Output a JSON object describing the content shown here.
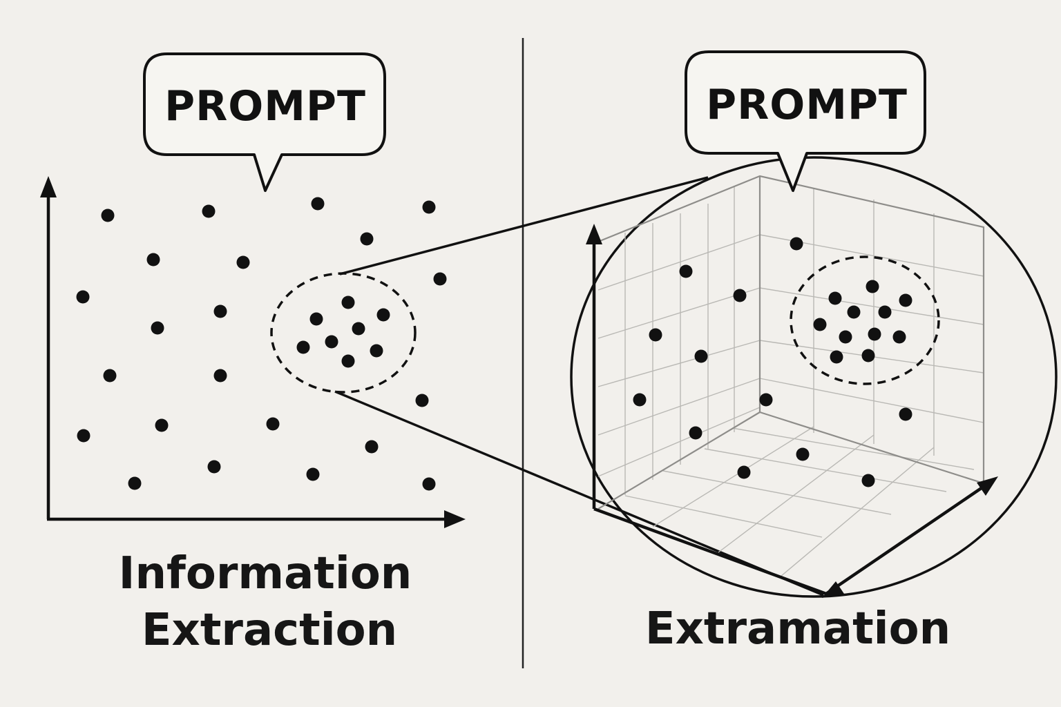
{
  "left_panel": {
    "prompt_label": "PROMPT",
    "caption_line1": "Information",
    "caption_line2": "Extraction"
  },
  "right_panel": {
    "prompt_label": "PROMPT",
    "caption": "Extramation"
  },
  "colors": {
    "background": "#f2f0ec",
    "ink": "#111111",
    "grid": "#b9b8b4"
  }
}
